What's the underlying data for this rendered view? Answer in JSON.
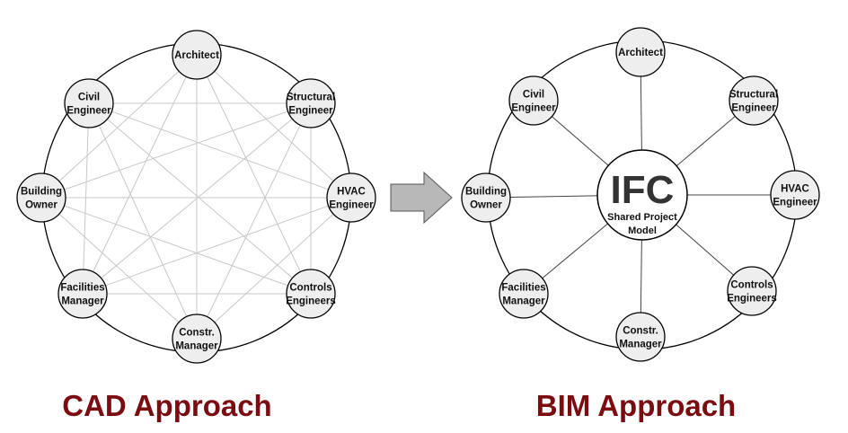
{
  "colors": {
    "caption": "#7a0c12",
    "node_fill": "#eeeeee",
    "node_stroke": "#000000",
    "mesh_line": "#c8c8c8",
    "spoke_line": "#444444",
    "arrow_fill": "#b8b8b8"
  },
  "cad": {
    "caption": "CAD Approach",
    "nodes": [
      {
        "id": "architect",
        "lines": [
          "Architect"
        ]
      },
      {
        "id": "structural",
        "lines": [
          "Structural",
          "Engineer"
        ]
      },
      {
        "id": "hvac",
        "lines": [
          "HVAC",
          "Engineer"
        ]
      },
      {
        "id": "controls",
        "lines": [
          "Controls",
          "Engineers"
        ]
      },
      {
        "id": "constr",
        "lines": [
          "Constr.",
          "Manager"
        ]
      },
      {
        "id": "facilities",
        "lines": [
          "Facilities",
          "Manager"
        ]
      },
      {
        "id": "owner",
        "lines": [
          "Building",
          "Owner"
        ]
      },
      {
        "id": "civil",
        "lines": [
          "Civil",
          "Engineer"
        ]
      }
    ]
  },
  "bim": {
    "caption": "BIM Approach",
    "hub": {
      "title": "IFC",
      "subtitle_lines": [
        "Shared Project",
        "Model"
      ]
    },
    "nodes": [
      {
        "id": "architect",
        "lines": [
          "Architect"
        ]
      },
      {
        "id": "structural",
        "lines": [
          "Structural",
          "Engineer"
        ]
      },
      {
        "id": "hvac",
        "lines": [
          "HVAC",
          "Engineer"
        ]
      },
      {
        "id": "controls",
        "lines": [
          "Controls",
          "Engineers"
        ]
      },
      {
        "id": "constr",
        "lines": [
          "Constr.",
          "Manager"
        ]
      },
      {
        "id": "facilities",
        "lines": [
          "Facilities",
          "Manager"
        ]
      },
      {
        "id": "owner",
        "lines": [
          "Building",
          "Owner"
        ]
      },
      {
        "id": "civil",
        "lines": [
          "Civil",
          "Engineer"
        ]
      }
    ]
  }
}
